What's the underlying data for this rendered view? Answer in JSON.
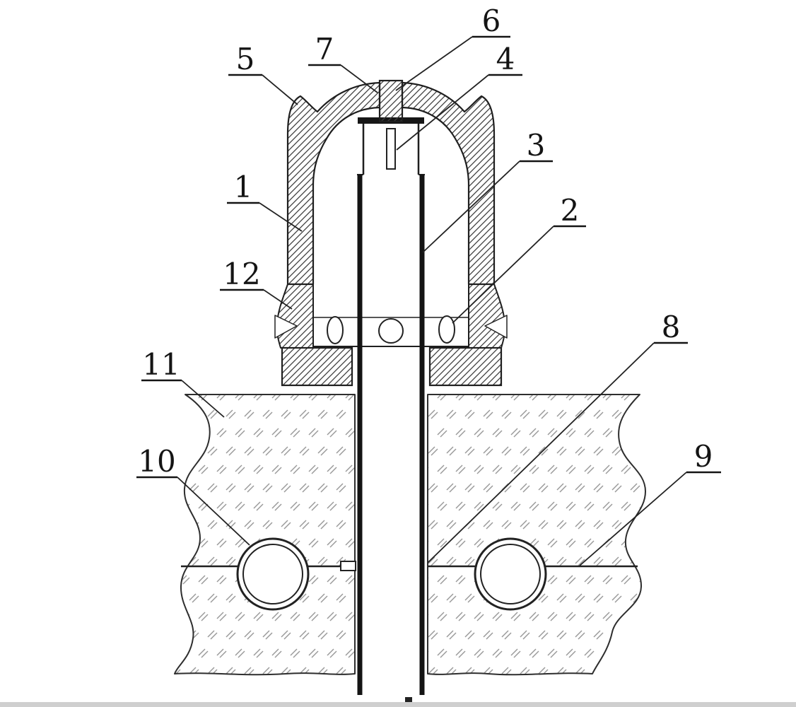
{
  "figure": {
    "kind": "patent cross-section technical drawing",
    "callouts": [
      "1",
      "2",
      "3",
      "4",
      "5",
      "6",
      "7",
      "8",
      "9",
      "10",
      "11",
      "12"
    ],
    "colors": {
      "line": "#1f1f1f",
      "hatch": "#3d3d3d",
      "ground_mark": "#9a9a9a",
      "background": "#ffffff",
      "page_edge": "#cfcfcf"
    }
  }
}
